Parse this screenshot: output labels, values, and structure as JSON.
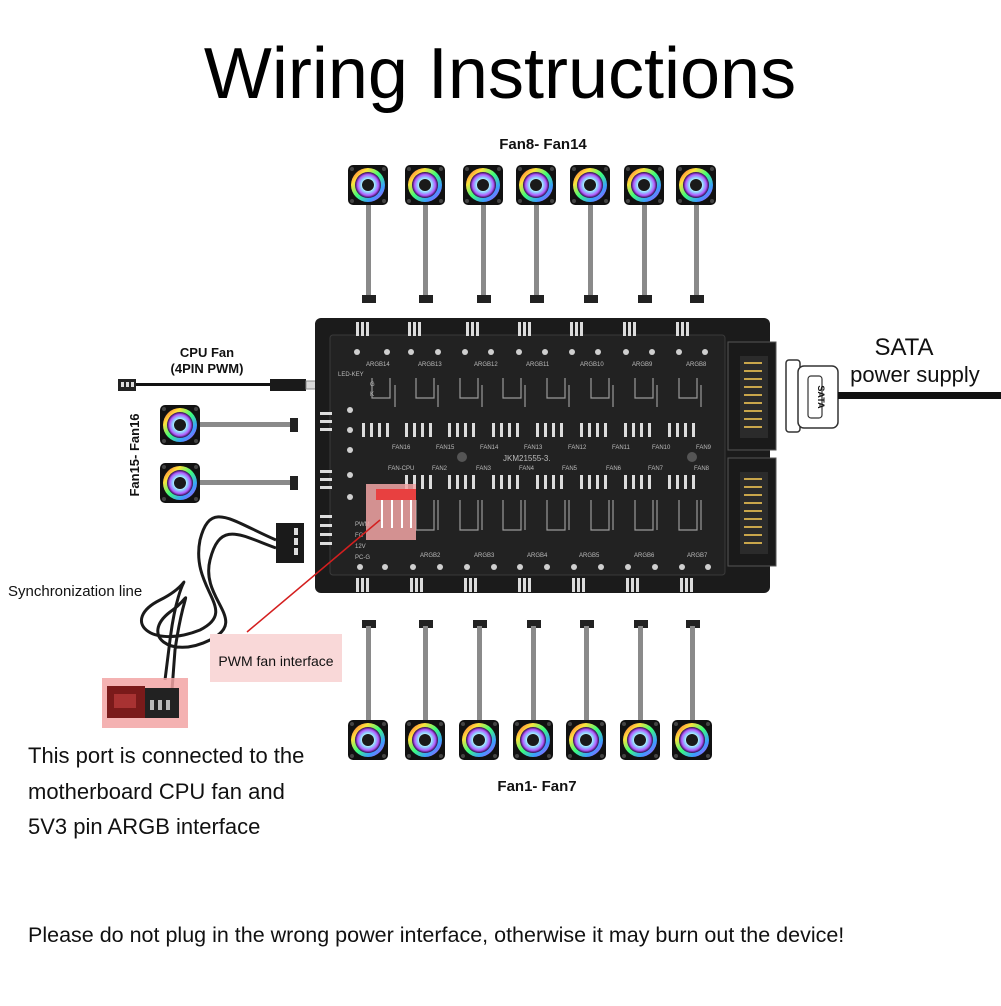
{
  "title": "Wiring Instructions",
  "top_group_label": "Fan8- Fan14",
  "bottom_group_label": "Fan1- Fan7",
  "side_group_label": "Fan15- Fan16",
  "cpu_fan_label_line1": "CPU Fan",
  "cpu_fan_label_line2": "(4PIN PWM)",
  "sata_label_line1": "SATA",
  "sata_label_line2": "power supply",
  "sata_connector_text": "SATA",
  "sync_line_label": "Synchronization line",
  "pwm_interface_label": "PWM fan interface",
  "port_note_lines": [
    "This port is connected to the",
    "motherboard CPU fan and",
    "5V3 pin ARGB interface"
  ],
  "warning": "Please do not plug in the wrong power interface, otherwise it may burn out the device!",
  "board": {
    "model": "JKM21555-3.",
    "argb_top": [
      "ARGB14",
      "ARGB13",
      "ARGB12",
      "ARGB11",
      "ARGB10",
      "ARGB9",
      "ARGB8"
    ],
    "argb_bottom": [
      "ARGB2",
      "ARGB3",
      "ARGB4",
      "ARGB5",
      "ARGB6",
      "ARGB7"
    ],
    "fan_top": [
      "FAN16",
      "FAN15",
      "FAN14",
      "FAN13",
      "FAN12",
      "FAN11",
      "FAN10",
      "FAN9"
    ],
    "fan_mid": [
      "FAN-CPU",
      "FAN2",
      "FAN3",
      "FAN4",
      "FAN5",
      "FAN6",
      "FAN7",
      "FAN8"
    ],
    "left_pins": [
      "LED-KEY",
      "G",
      "K",
      "PWM",
      "FG",
      "12V",
      "PC-G"
    ]
  },
  "colors": {
    "board": "#1b1b1b",
    "text": "#111111",
    "pwm_highlight": "#f2a5a5",
    "pwm_box": "#e84040",
    "leader_line": "#d41f1f"
  }
}
